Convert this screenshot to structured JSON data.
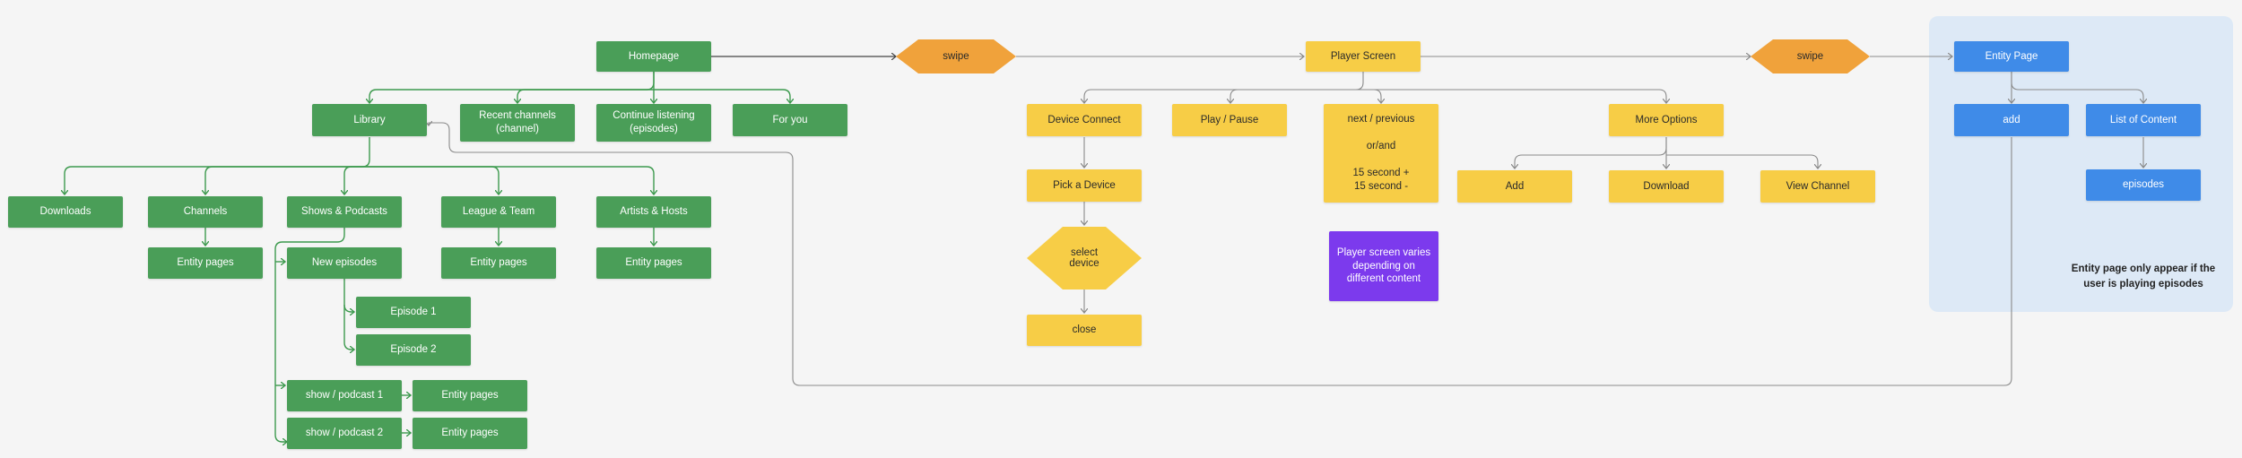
{
  "nodes": {
    "homepage": "Homepage",
    "library": "Library",
    "recent_channels": "Recent channels\n(channel)",
    "continue_listening": "Continue listening\n(episodes)",
    "for_you": "For you",
    "downloads": "Downloads",
    "channels": "Channels",
    "shows_podcasts": "Shows & Podcasts",
    "league_team": "League & Team",
    "artists_hosts": "Artists & Hosts",
    "channels_entity": "Entity pages",
    "new_episodes": "New episodes",
    "league_entity": "Entity pages",
    "artists_entity": "Entity pages",
    "episode_1": "Episode 1",
    "episode_2": "Episode 2",
    "show_podcast_1": "show / podcast 1",
    "show_podcast_1_entity": "Entity pages",
    "show_podcast_2": "show / podcast 2",
    "show_podcast_2_entity": "Entity pages",
    "swipe_1": "swipe",
    "player_screen": "Player Screen",
    "device_connect": "Device Connect",
    "play_pause": "Play / Pause",
    "next_previous": "next / previous\n\nor/and\n\n15 second +\n15 second -",
    "more_options": "More Options",
    "pick_device": "Pick a Device",
    "select_device": "select\ndevice",
    "close": "close",
    "player_varies": "Player screen varies\ndepending on\ndifferent content",
    "add_option": "Add",
    "download_option": "Download",
    "view_channel": "View Channel",
    "swipe_2": "swipe",
    "entity_page": "Entity Page",
    "add_entity": "add",
    "list_of_content": "List of Content",
    "episodes": "episodes"
  },
  "notes": {
    "entity_note": "Entity page only appear if the\nuser is playing episodes"
  },
  "colors": {
    "green": "#4a9e58",
    "yellow": "#f7cd46",
    "blue": "#3f8be8",
    "purple": "#7c3aed",
    "orange": "#f0a23b",
    "panel": "#dde9f6"
  }
}
